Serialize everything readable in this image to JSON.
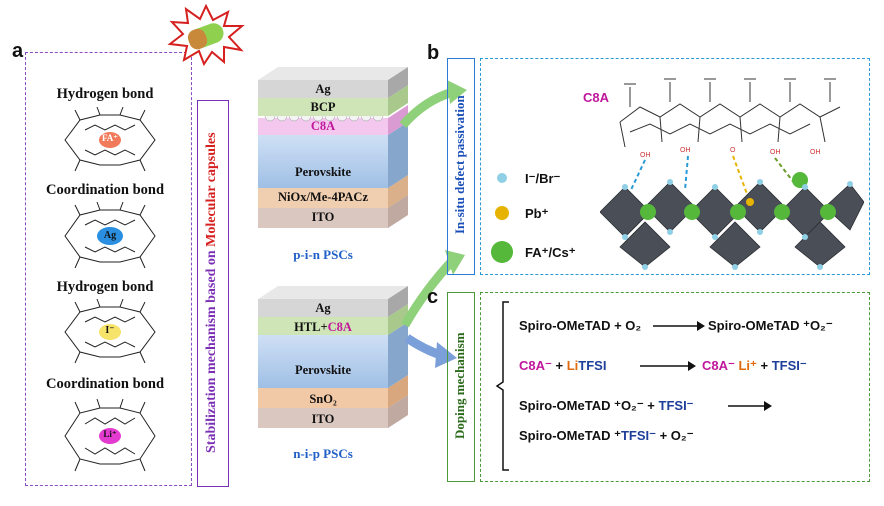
{
  "panels": {
    "a": "a",
    "b": "b",
    "c": "c"
  },
  "panel_a": {
    "bonds": [
      "Hydrogen bond",
      "Coordination bond",
      "Hydrogen bond",
      "Coordination bond"
    ],
    "ions": [
      "FA⁺",
      "Ag",
      "I⁻",
      "Li⁺"
    ],
    "ion_colors": [
      "#f07a5a",
      "#2a8fe0",
      "#f6e36a",
      "#e33ad0"
    ]
  },
  "side_label": {
    "prefix": "Stabilization mechanism based on ",
    "highlight": "Molecular capsules"
  },
  "pin": {
    "layers": [
      "Ag",
      "BCP",
      "C8A",
      "Perovskite",
      "NiOx/Me-4PACz",
      "ITO"
    ],
    "title": "p-i-n PSCs"
  },
  "nip": {
    "layers": [
      "Ag",
      "HTL+",
      "C8A",
      "Perovskite",
      "SnO₂",
      "ITO"
    ],
    "title": "n-i-p PSCs"
  },
  "panel_b": {
    "vertical_label": "In-situ defect passivation",
    "molecule_label": "C8A",
    "legend": [
      {
        "label": "I⁻/Br⁻",
        "color": "#8fd0e6"
      },
      {
        "label": "Pb⁺",
        "color": "#e6b400"
      },
      {
        "label": "FA⁺/Cs⁺",
        "color": "#55b83a"
      }
    ]
  },
  "panel_c": {
    "vertical_label": "Doping mechanism",
    "eq1": {
      "lhs": "Spiro-OMeTAD + O₂",
      "rhs": "Spiro-OMeTAD ⁺O₂⁻"
    },
    "eq2": {
      "r1": "C8A⁻",
      "plus1": " + ",
      "r2a": "Li",
      "r2b": "TFSI",
      "p1a": "C8A⁻",
      "p1b": " Li⁺",
      "plus2": " + ",
      "p2": "TFSI⁻"
    },
    "eq3": {
      "lhs": "Spiro-OMeTAD ⁺O₂⁻ + ",
      "tfsi": "TFSI⁻"
    },
    "eq4": {
      "a": "Spiro-OMeTAD ⁺",
      "tfsi": "TFSI⁻",
      "b": " + O₂⁻"
    }
  }
}
